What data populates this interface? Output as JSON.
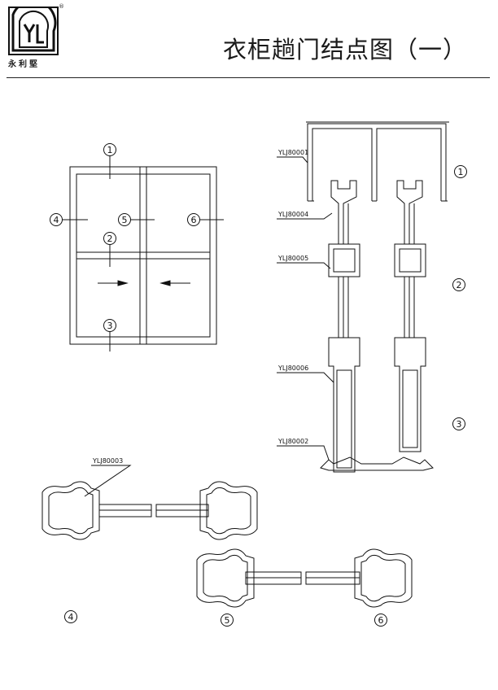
{
  "brand": {
    "logo_lettering": "YL",
    "name": "永利堅",
    "registered_mark": "®"
  },
  "page": {
    "title": "衣柜趟门结点图（一）"
  },
  "elevation": {
    "markers": [
      "1",
      "2",
      "3",
      "4",
      "5",
      "6"
    ]
  },
  "vertical_section": {
    "markers": [
      "1",
      "2",
      "3"
    ],
    "parts": [
      "YLJ80001",
      "YLJ80004",
      "YLJ80005",
      "YLJ80006",
      "YLJ80002"
    ]
  },
  "horizontal_section": {
    "markers": [
      "4",
      "5",
      "6"
    ],
    "parts": [
      "YLJ80003"
    ]
  }
}
